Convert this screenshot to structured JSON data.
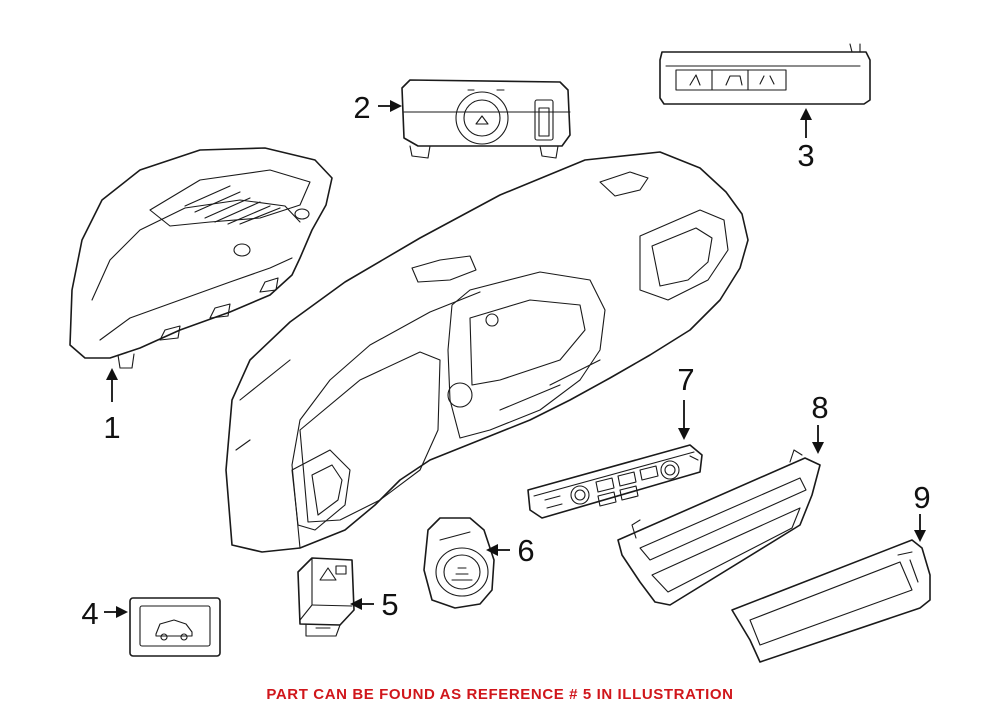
{
  "callouts": [
    {
      "num": "1",
      "part": "instrument-cluster"
    },
    {
      "num": "2",
      "part": "headlight-switch"
    },
    {
      "num": "3",
      "part": "overhead-switch-panel"
    },
    {
      "num": "4",
      "part": "trunk-release-switch"
    },
    {
      "num": "5",
      "part": "hazard-switch"
    },
    {
      "num": "6",
      "part": "start-stop-switch"
    },
    {
      "num": "7",
      "part": "climate-control-panel"
    },
    {
      "num": "8",
      "part": "trim-bezel"
    },
    {
      "num": "9",
      "part": "trim-panel"
    }
  ],
  "caption": "PART CAN BE FOUND AS REFERENCE # 5 IN ILLUSTRATION",
  "colors": {
    "caption": "#d0161b",
    "line": "#1a1a1a"
  }
}
